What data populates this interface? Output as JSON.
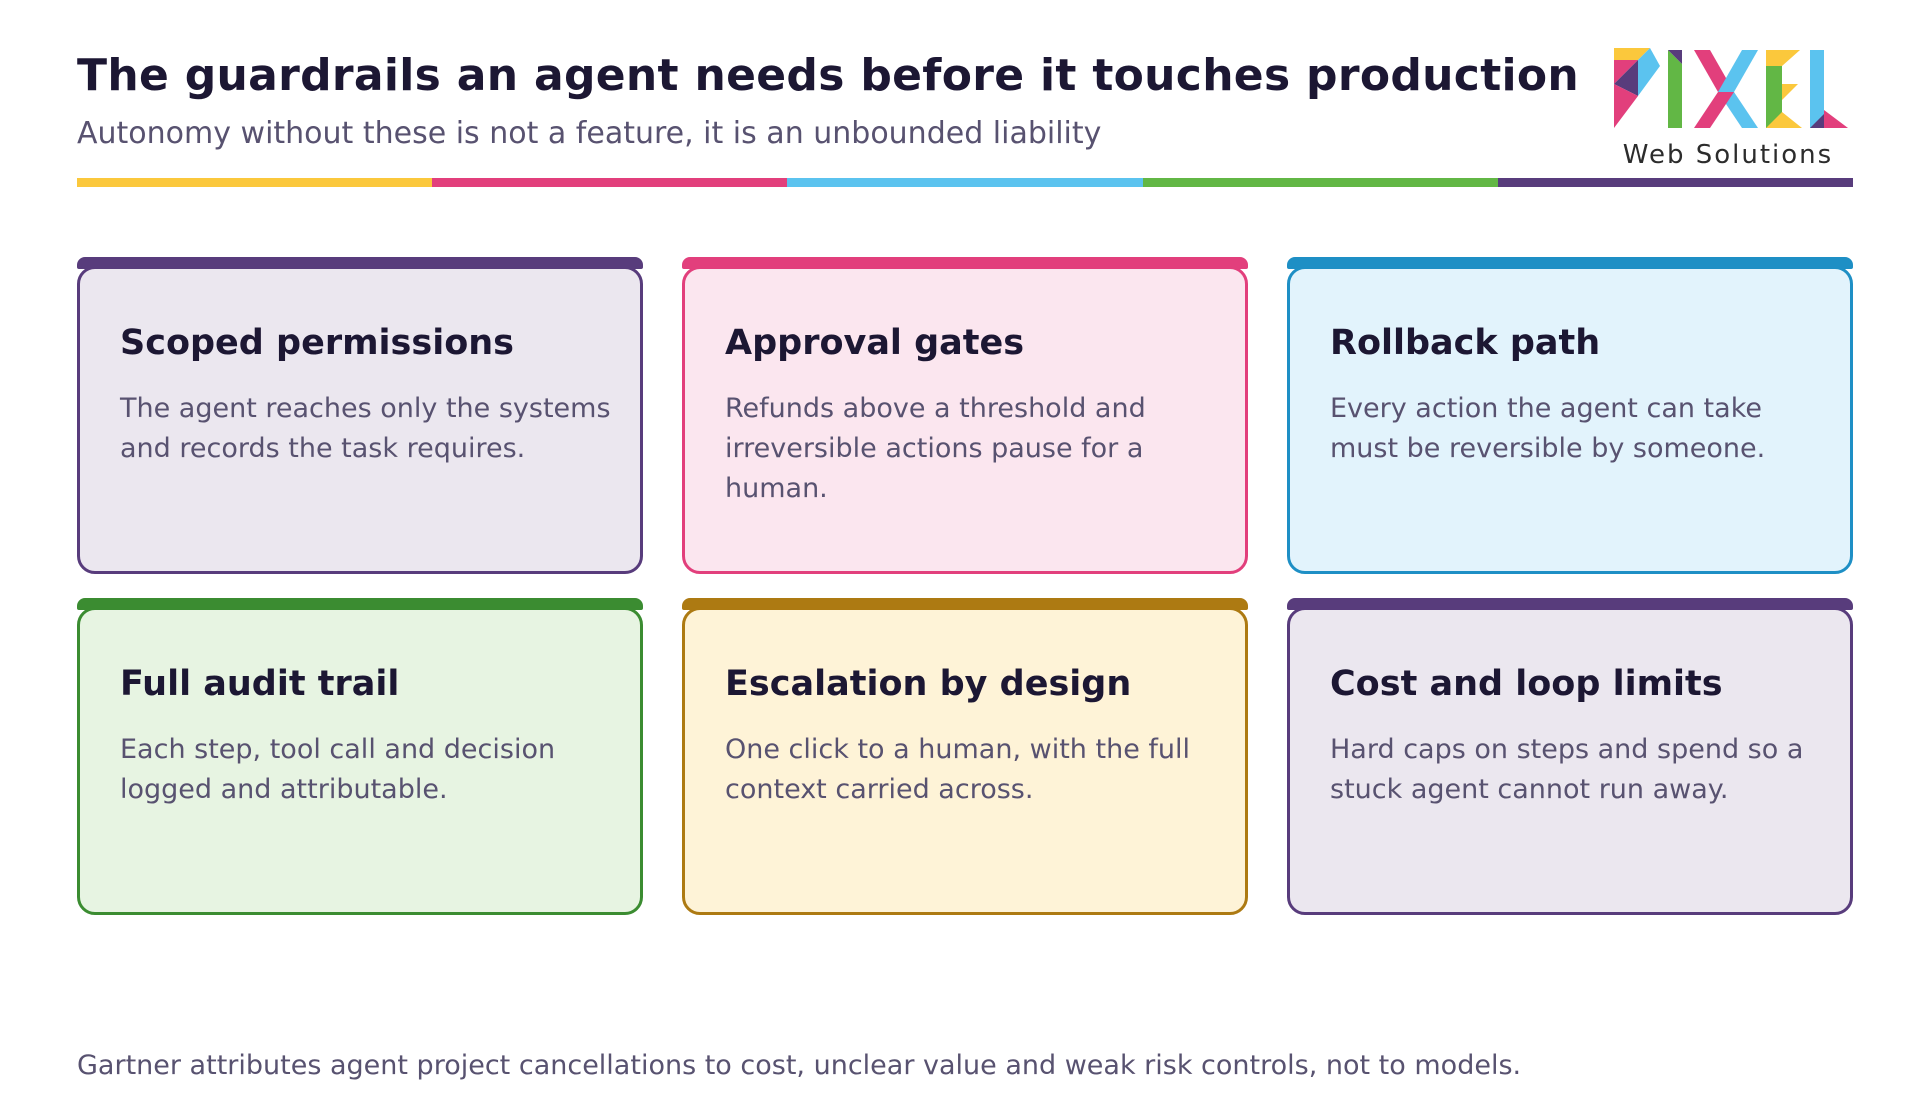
{
  "header": {
    "title": "The guardrails an agent needs before it touches production",
    "subtitle": "Autonomy without these is not a feature, it is an unbounded liability"
  },
  "logo": {
    "mark_letters": "PIXEL",
    "text": "Web Solutions"
  },
  "rule_colors": [
    "#fbc83c",
    "#e23f7c",
    "#5bc3ef",
    "#62b745",
    "#583c7c"
  ],
  "cards": [
    {
      "title": "Scoped permissions",
      "body": "The agent reaches only the systems and records the task requires.",
      "accent": "#583c7c",
      "bg": "#ebe7ef"
    },
    {
      "title": "Approval gates",
      "body": "Refunds above a threshold and irreversible actions pause for a human.",
      "accent": "#e23f7c",
      "bg": "#fbe6ef"
    },
    {
      "title": "Rollback path",
      "body": "Every action the agent can take must be reversible by someone.",
      "accent": "#1e8fc5",
      "bg": "#e2f3fc"
    },
    {
      "title": "Full audit trail",
      "body": "Each step, tool call and decision logged and attributable.",
      "accent": "#3b8c31",
      "bg": "#e7f4e2"
    },
    {
      "title": "Escalation by design",
      "body": "One click to a human, with the full context carried across.",
      "accent": "#ad7a12",
      "bg": "#fef3d7"
    },
    {
      "title": "Cost and loop limits",
      "body": "Hard caps on steps and spend so a stuck agent cannot run away.",
      "accent": "#583c7c",
      "bg": "#ebe7ef"
    }
  ],
  "footer": {
    "note": "Gartner attributes agent project cancellations to cost, unclear value and weak risk controls, not to models."
  }
}
